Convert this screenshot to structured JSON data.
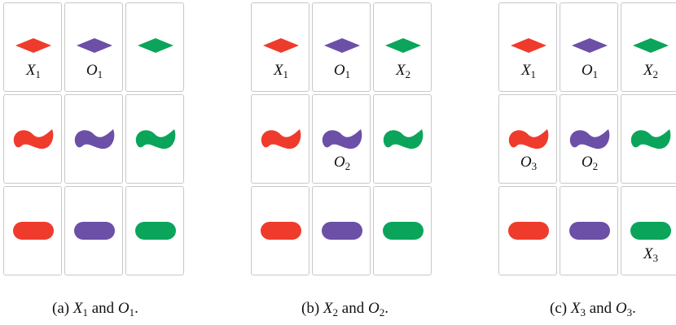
{
  "colors": {
    "red": "#ef3b2c",
    "purple": "#6c4fa7",
    "green": "#0aa55a",
    "border": "#c8c8c8"
  },
  "shapes_by_row": [
    "diamond-icon",
    "squiggle-icon",
    "oval-icon"
  ],
  "colors_by_col": [
    "red",
    "purple",
    "green"
  ],
  "panels": [
    {
      "caption": {
        "pre": "(a) ",
        "v1": "X",
        "s1": "1",
        "mid": " and ",
        "v2": "O",
        "s2": "1",
        "post": "."
      },
      "labels": [
        {
          "row": 0,
          "col": 0,
          "var": "X",
          "sub": "1"
        },
        {
          "row": 0,
          "col": 1,
          "var": "O",
          "sub": "1"
        }
      ]
    },
    {
      "caption": {
        "pre": "(b) ",
        "v1": "X",
        "s1": "2",
        "mid": " and ",
        "v2": "O",
        "s2": "2",
        "post": "."
      },
      "labels": [
        {
          "row": 0,
          "col": 0,
          "var": "X",
          "sub": "1"
        },
        {
          "row": 0,
          "col": 1,
          "var": "O",
          "sub": "1"
        },
        {
          "row": 0,
          "col": 2,
          "var": "X",
          "sub": "2"
        },
        {
          "row": 1,
          "col": 1,
          "var": "O",
          "sub": "2"
        }
      ]
    },
    {
      "caption": {
        "pre": "(c) ",
        "v1": "X",
        "s1": "3",
        "mid": " and ",
        "v2": "O",
        "s2": "3",
        "post": "."
      },
      "labels": [
        {
          "row": 0,
          "col": 0,
          "var": "X",
          "sub": "1"
        },
        {
          "row": 0,
          "col": 1,
          "var": "O",
          "sub": "1"
        },
        {
          "row": 0,
          "col": 2,
          "var": "X",
          "sub": "2"
        },
        {
          "row": 1,
          "col": 0,
          "var": "O",
          "sub": "3"
        },
        {
          "row": 1,
          "col": 1,
          "var": "O",
          "sub": "2"
        },
        {
          "row": 2,
          "col": 2,
          "var": "X",
          "sub": "3"
        }
      ]
    }
  ]
}
